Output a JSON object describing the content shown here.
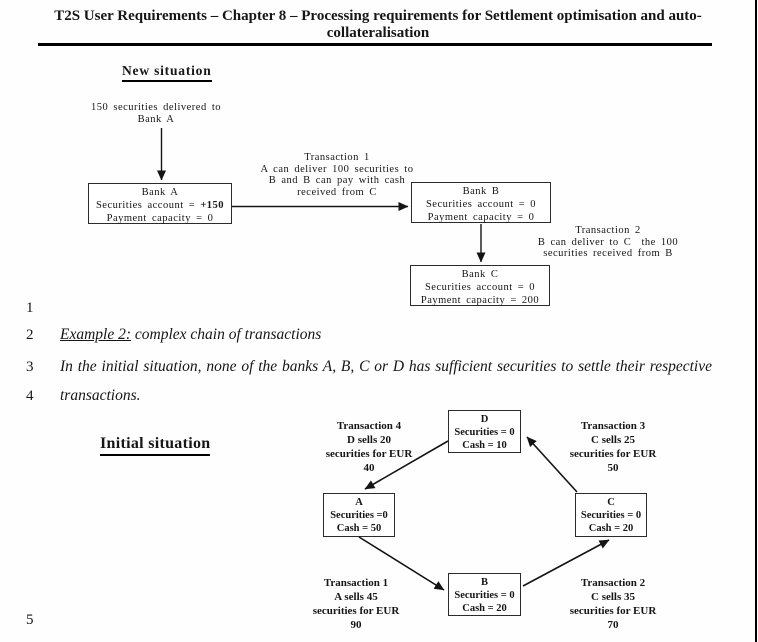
{
  "header": {
    "title_lines": [
      "T2S User Requirements – Chapter 8 – Processing requirements for Settlement optimisation and auto-",
      "collateralisation"
    ]
  },
  "line_numbers": [
    "1",
    "2",
    "3",
    "4",
    "5"
  ],
  "diagram1": {
    "heading": "New situation",
    "delivery_note": [
      "150 securities delivered to",
      "Bank A"
    ],
    "transaction1": [
      "Transaction 1",
      "A can deliver 100 securities to",
      "B and B can pay with cash",
      "received from C"
    ],
    "transaction2": [
      "Transaction 2",
      "B can deliver to C  the 100",
      "securities received from B"
    ],
    "bank_a": {
      "title": "Bank A",
      "securities_label": "Securities account = ",
      "securities_value": "+150",
      "payment": "Payment capacity = 0"
    },
    "bank_b": [
      "Bank B",
      "Securities account = 0",
      "Payment capacity = 0"
    ],
    "bank_c": [
      "Bank C",
      "Securities account = 0",
      "Payment capacity = 200"
    ]
  },
  "body": {
    "example_label": "Example 2:",
    "example_rest": " complex chain of transactions",
    "para_line1": "In the initial situation, none of the banks A, B, C or D has sufficient securities to settle their respective",
    "para_line2": "transactions."
  },
  "diagram2": {
    "heading": "Initial situation",
    "node_d": [
      "D",
      "Securities = 0",
      "Cash = 10"
    ],
    "node_a": [
      "A",
      "Securities =0",
      "Cash = 50"
    ],
    "node_c": [
      "C",
      "Securities = 0",
      "Cash = 20"
    ],
    "node_b": [
      "B",
      "Securities = 0",
      "Cash = 20"
    ],
    "transaction4": [
      "Transaction 4",
      "D sells 20",
      "securities for EUR",
      "40"
    ],
    "transaction3": [
      "Transaction 3",
      "C sells 25",
      "securities for EUR",
      "50"
    ],
    "transaction1": [
      "Transaction 1",
      "A sells 45",
      "securities for EUR",
      "90"
    ],
    "transaction2": [
      "Transaction 2",
      "C sells 35",
      "securities for EUR",
      "70"
    ]
  }
}
